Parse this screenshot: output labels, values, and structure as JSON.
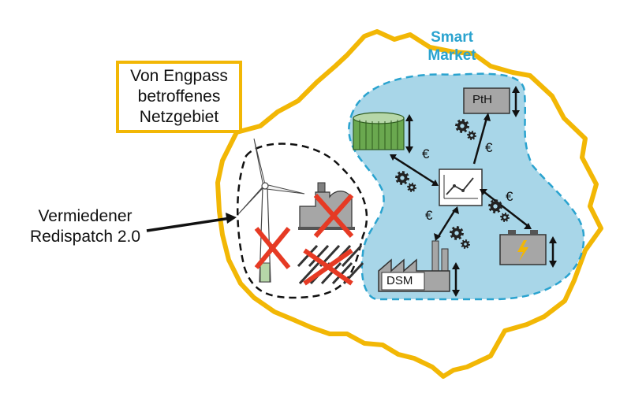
{
  "labels": {
    "region_line1": "Von Engpass",
    "region_line2": "betroffenes",
    "region_line3": "Netzgebiet",
    "smart_line1": "Smart",
    "smart_line2": "Market",
    "avoided_line1": "Vermiedener",
    "avoided_line2": "Redispatch 2.0",
    "pth": "PtH",
    "dsm": "DSM",
    "euro": "€"
  },
  "colors": {
    "grid_border": "#f2b705",
    "smart_market_fill": "#a8d6e8",
    "smart_market_border": "#2aa3cf",
    "cross": "#e63a24",
    "biogas": "#6aa84f",
    "device": "#a6a6a6"
  },
  "icons": [
    "wind-turbine-icon",
    "power-plant-icon",
    "solar-panel-icon",
    "biogas-tank-icon",
    "power-to-heat-icon",
    "battery-icon",
    "factory-icon",
    "gear-icon",
    "market-chart-icon",
    "cross-icon"
  ]
}
